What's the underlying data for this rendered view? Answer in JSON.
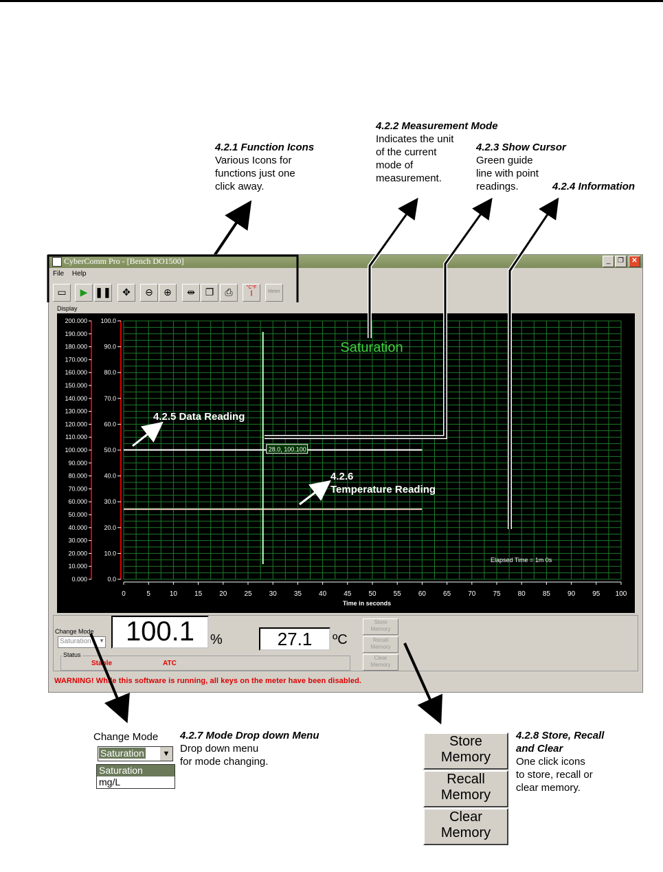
{
  "annotations": {
    "a421": {
      "title": "4.2.1 Function Icons",
      "lines": [
        "Various Icons for",
        "functions just one",
        "click away."
      ]
    },
    "a422": {
      "title": "4.2.2 Measurement Mode",
      "lines": [
        "Indicates the unit",
        "of the current",
        "mode of",
        "measurement."
      ]
    },
    "a423": {
      "title": "4.2.3 Show Cursor",
      "lines": [
        "Green guide",
        "line with point",
        "readings."
      ]
    },
    "a424": {
      "title": "4.2.4 Information"
    },
    "a425": {
      "title": "4.2.5  Data Reading"
    },
    "a426": {
      "num": "4.2.6",
      "title": "Temperature Reading"
    },
    "a427": {
      "title": "4.2.7 Mode Drop down Menu",
      "lines": [
        "Drop down menu",
        "for mode changing."
      ]
    },
    "a428": {
      "title1": "4.2.8 Store, Recall",
      "title2": "and Clear",
      "lines": [
        "One click icons",
        "to store, recall or",
        "clear memory."
      ]
    }
  },
  "window": {
    "title": "CyberComm Pro - [Bench DO1500]",
    "menu": [
      "File",
      "Help"
    ],
    "toolbar_icons": [
      "meter-icon",
      "play-icon",
      "pause-icon",
      "pan-icon",
      "zoom-out-icon",
      "zoom-in-icon",
      "cursor-icon",
      "copy-icon",
      "print-icon",
      "temperature-icon",
      "meter-button-icon"
    ],
    "meter_btn": "Meter",
    "temp_btn": "°C°F",
    "display_label": "Display",
    "mode_label": "Saturation",
    "cursor_readout": "28.0, 100.100",
    "elapsed": "Elapsed Time = 1m 0s",
    "xlabel": "Time in seconds"
  },
  "chart_data": {
    "type": "line",
    "xlabel": "Time in seconds",
    "x_ticks": [
      "0",
      "5",
      "10",
      "15",
      "20",
      "25",
      "30",
      "35",
      "40",
      "45",
      "50",
      "55",
      "60",
      "65",
      "70",
      "75",
      "80",
      "85",
      "90",
      "95",
      "100"
    ],
    "xlim": [
      0,
      100
    ],
    "y_left_ticks": [
      "0.000",
      "10.000",
      "20.000",
      "30.000",
      "40.000",
      "50.000",
      "60.000",
      "70.000",
      "80.000",
      "90.000",
      "100.000",
      "110.000",
      "120.000",
      "130.000",
      "140.000",
      "150.000",
      "160.000",
      "170.000",
      "180.000",
      "190.000",
      "200.000"
    ],
    "y_left_lim": [
      0,
      200
    ],
    "y_right_ticks": [
      "0.0",
      "10.0",
      "20.0",
      "30.0",
      "40.0",
      "50.0",
      "60.0",
      "70.0",
      "80.0",
      "90.0",
      "100.0"
    ],
    "y_right_lim": [
      0,
      100
    ],
    "grid": true,
    "series": [
      {
        "x": [
          0,
          60
        ],
        "y": [
          100.1,
          100.1
        ],
        "color": "#ffffff"
      },
      {
        "x": [
          0,
          60
        ],
        "y": [
          54.2,
          54.2
        ],
        "color": "#f0c0c0"
      }
    ],
    "cursor_x": 28.0
  },
  "controls": {
    "change_mode_label": "Change Mode",
    "mode_value": "Saturation",
    "reading": "100.1",
    "reading_unit": "%",
    "temp": "27.1",
    "temp_unit": "ºC",
    "status_label": "Status",
    "status_stable": "Stable",
    "status_atc": "ATC",
    "store": "Store Memory",
    "recall": "Recall Memory",
    "clear": "Clear Memory",
    "warning": "WARNING! While this software is running, all keys on the meter have been disabled."
  },
  "dropdown_inset": {
    "label": "Change Mode",
    "selected": "Saturation",
    "options": [
      "Saturation",
      "mg/L"
    ]
  },
  "memory_inset": {
    "store1": "Store",
    "store2": "Memory",
    "recall1": "Recall",
    "recall2": "Memory",
    "clear1": "Clear",
    "clear2": "Memory"
  }
}
